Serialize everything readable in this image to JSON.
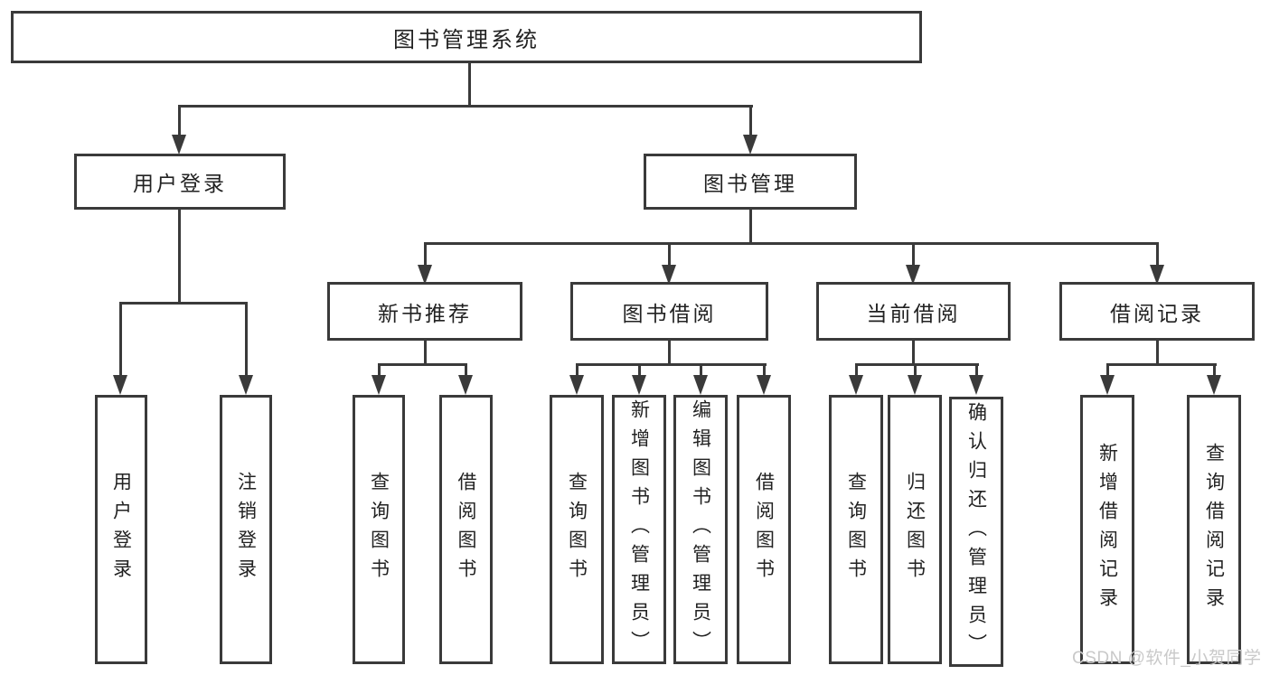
{
  "tree": {
    "root": {
      "label": "图书管理系统"
    },
    "branches": [
      {
        "label": "用户登录",
        "children": [
          {
            "label": "用户登录"
          },
          {
            "label": "注销登录"
          }
        ]
      },
      {
        "label": "图书管理",
        "children": [
          {
            "label": "新书推荐",
            "children": [
              {
                "label": "查询图书"
              },
              {
                "label": "借阅图书"
              }
            ]
          },
          {
            "label": "图书借阅",
            "children": [
              {
                "label": "查询图书"
              },
              {
                "label": "新增图书（管理员）"
              },
              {
                "label": "编辑图书（管理员）"
              },
              {
                "label": "借阅图书"
              }
            ]
          },
          {
            "label": "当前借阅",
            "children": [
              {
                "label": "查询图书"
              },
              {
                "label": "归还图书"
              },
              {
                "label": "确认归还（管理员）"
              }
            ]
          },
          {
            "label": "借阅记录",
            "children": [
              {
                "label": "新增借阅记录"
              },
              {
                "label": "查询借阅记录"
              }
            ]
          }
        ]
      }
    ]
  },
  "watermark": {
    "text": "CSDN @软件_小贺同学"
  },
  "colors": {
    "line": "#3a3a3a",
    "text": "#222222",
    "watermark": "#c9c9c9",
    "background": "#ffffff"
  }
}
